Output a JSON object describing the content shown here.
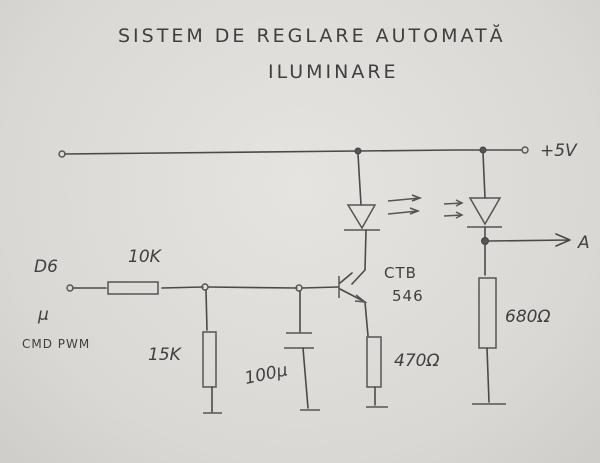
{
  "title": {
    "line1": "SISTEM   DE REGLARE AUTOMATĂ",
    "line2": "ILUMINARE"
  },
  "labels": {
    "supply": "+5V",
    "output": "A",
    "input_pin": "D6",
    "input_source_line1": "µ",
    "input_source_line2": "CMD PWM",
    "r_series": "10K",
    "r_divider": "15K",
    "capacitor": "100µ",
    "transistor_line1": "CTB",
    "transistor_line2": "546",
    "r_emitter": "470Ω",
    "r_load": "680Ω"
  },
  "colors": {
    "ink": "#4a4a4a",
    "paper": "#dedcd8"
  }
}
